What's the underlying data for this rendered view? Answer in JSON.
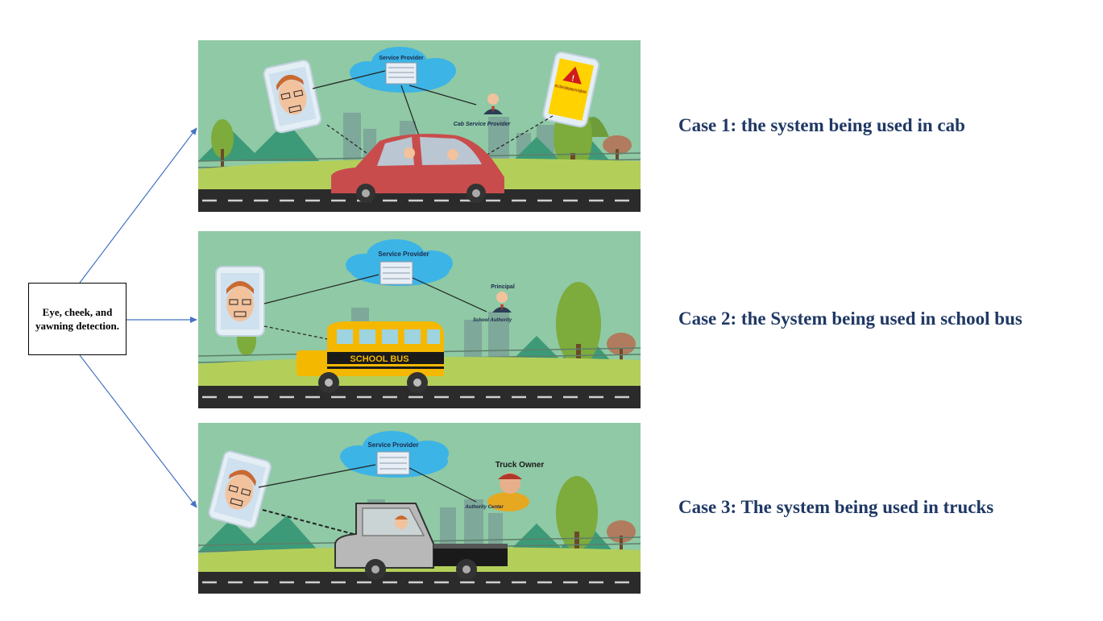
{
  "source_box": {
    "text": "Eye, cheek, and yawning detection."
  },
  "colors": {
    "case_label": "#1f3864",
    "connector": "#4472c4",
    "sky": "#8fc9a5",
    "cloud": "#3cb4e6",
    "road": "#2b2b2b",
    "grass": "#b3cf5a"
  },
  "panels": [
    {
      "label": "Case 1: the system being used in cab",
      "vehicle": "cab",
      "cloud_text": "Service Provider",
      "authority_text": "Cab Service Provider",
      "alert_text": "Alert..!! Driver is feeling drowsy or he is highly drunk.",
      "icons": [
        "phone-face-scan-icon",
        "server-icon",
        "person-icon",
        "alert-phone-icon",
        "red-car-icon"
      ]
    },
    {
      "label": "Case 2: the System being used in school bus",
      "vehicle": "school-bus",
      "cloud_text": "Service Provider",
      "person_title": "Principal",
      "authority_text": "School Authority",
      "bus_text": "SCHOOL BUS",
      "icons": [
        "phone-face-scan-icon",
        "server-icon",
        "person-icon",
        "school-bus-icon"
      ]
    },
    {
      "label": "Case 3: The system being used in trucks",
      "vehicle": "truck",
      "cloud_text": "Service Provider",
      "person_title": "Truck Owner",
      "authority_text": "Authority Center",
      "icons": [
        "phone-face-scan-icon",
        "server-icon",
        "truck-owner-icon",
        "truck-icon"
      ]
    }
  ]
}
